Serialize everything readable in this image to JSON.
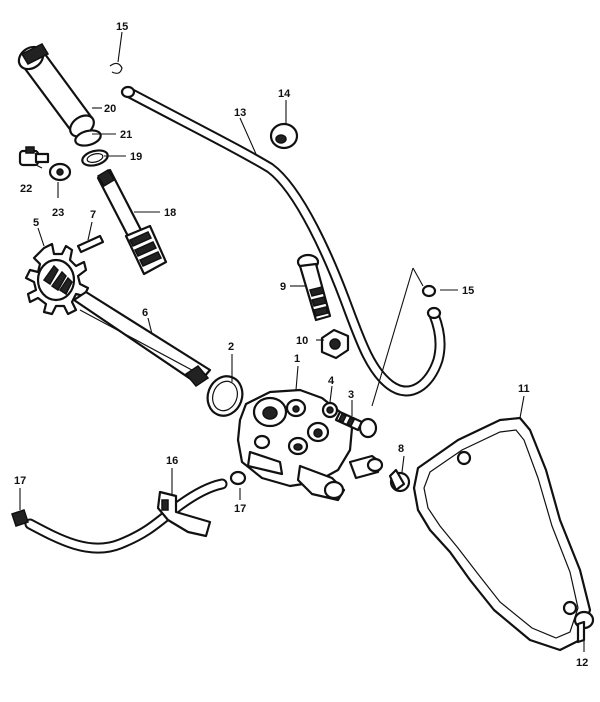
{
  "labels": {
    "p1": "1",
    "p2": "2",
    "p3": "3",
    "p4": "4",
    "p5": "5",
    "p6": "6",
    "p7": "7",
    "p8": "8",
    "p9": "9",
    "p10": "10",
    "p11": "11",
    "p12": "12",
    "p13": "13",
    "p14": "14",
    "p15a": "15",
    "p15b": "15",
    "p16": "16",
    "p17a": "17",
    "p17b": "17",
    "p18": "18",
    "p19": "19",
    "p20": "20",
    "p21": "21",
    "p22": "22",
    "p23": "23"
  }
}
